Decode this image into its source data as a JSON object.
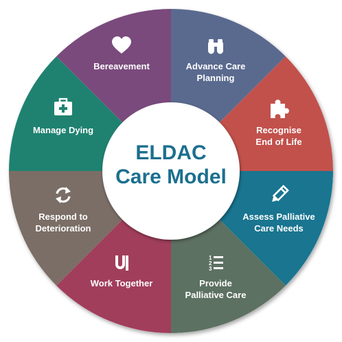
{
  "center": {
    "line1": "ELDAC",
    "line2": "Care Model"
  },
  "segments": [
    {
      "id": "advance-care-planning",
      "lines": [
        "Advance Care",
        "Planning"
      ],
      "icon": "binoculars-icon",
      "color": "#5a6a8f"
    },
    {
      "id": "recognise-end-of-life",
      "lines": [
        "Recognise",
        "End of Life"
      ],
      "icon": "puzzle-piece-icon",
      "color": "#c2514b"
    },
    {
      "id": "assess-palliative-care-needs",
      "lines": [
        "Assess Palliative",
        "Care Needs"
      ],
      "icon": "pencil-icon",
      "color": "#197590"
    },
    {
      "id": "provide-palliative-care",
      "lines": [
        "Provide",
        "Palliative Care"
      ],
      "icon": "numbered-list-icon",
      "color": "#5d7162"
    },
    {
      "id": "work-together",
      "lines": [
        "Work Together"
      ],
      "icon": "linked-hands-icon",
      "color": "#a13e5b"
    },
    {
      "id": "respond-to-deterioration",
      "lines": [
        "Respond to",
        "Deterioration"
      ],
      "icon": "refresh-arrows-icon",
      "color": "#7b6e66"
    },
    {
      "id": "manage-dying",
      "lines": [
        "Manage Dying"
      ],
      "icon": "medical-kit-icon",
      "color": "#1f8270"
    },
    {
      "id": "bereavement",
      "lines": [
        "Bereavement"
      ],
      "icon": "heart-icon",
      "color": "#7a4a7c"
    }
  ]
}
